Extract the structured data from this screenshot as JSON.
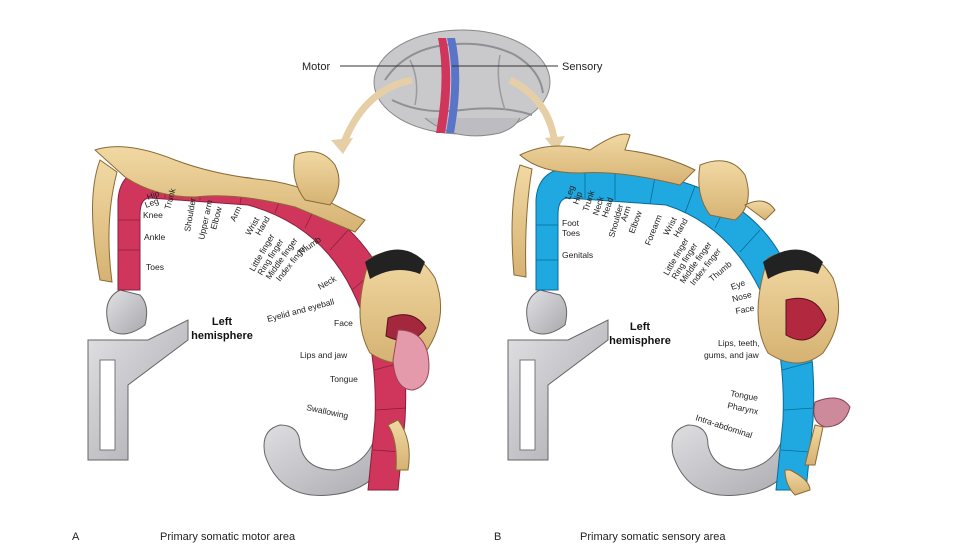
{
  "brain": {
    "motor_label": "Motor",
    "sensory_label": "Sensory"
  },
  "panel_a": {
    "letter": "A",
    "caption": "Primary somatic motor area",
    "hemisphere": [
      "Left",
      "hemisphere"
    ],
    "strip_color": "#d0365c",
    "labels": [
      "Hip",
      "Leg",
      "Trunk",
      "Knee",
      "Shoulder",
      "Upper arm",
      "Elbow",
      "Arm",
      "Wrist",
      "Hand",
      "Little finger",
      "Ring finger",
      "Middle finger",
      "Index finger",
      "Ankle",
      "Toes",
      "Thumb",
      "Neck",
      "Eyelid and eyeball",
      "Face",
      "Lips and jaw",
      "Tongue",
      "Swallowing"
    ]
  },
  "panel_b": {
    "letter": "B",
    "caption": "Primary somatic sensory area",
    "hemisphere": [
      "Left",
      "hemisphere"
    ],
    "strip_color": "#1fa9e0",
    "labels": [
      "Leg",
      "Hip",
      "Trunk",
      "Neck",
      "Head",
      "Shoulder",
      "Arm",
      "Elbow",
      "Forearm",
      "Foot",
      "Toes",
      "Genitals",
      "Wrist",
      "Hand",
      "Little finger",
      "Ring finger",
      "Middle finger",
      "Index finger",
      "Thumb",
      "Eye",
      "Nose",
      "Face",
      "Lips, teeth,",
      "gums, and jaw",
      "Tongue",
      "Pharynx",
      "Intra-abdominal"
    ]
  },
  "colors": {
    "motor": "#d0365c",
    "sensory": "#1fa9e0",
    "skin": "#e7c98a",
    "cortex_gray": "#b9b9bd"
  }
}
